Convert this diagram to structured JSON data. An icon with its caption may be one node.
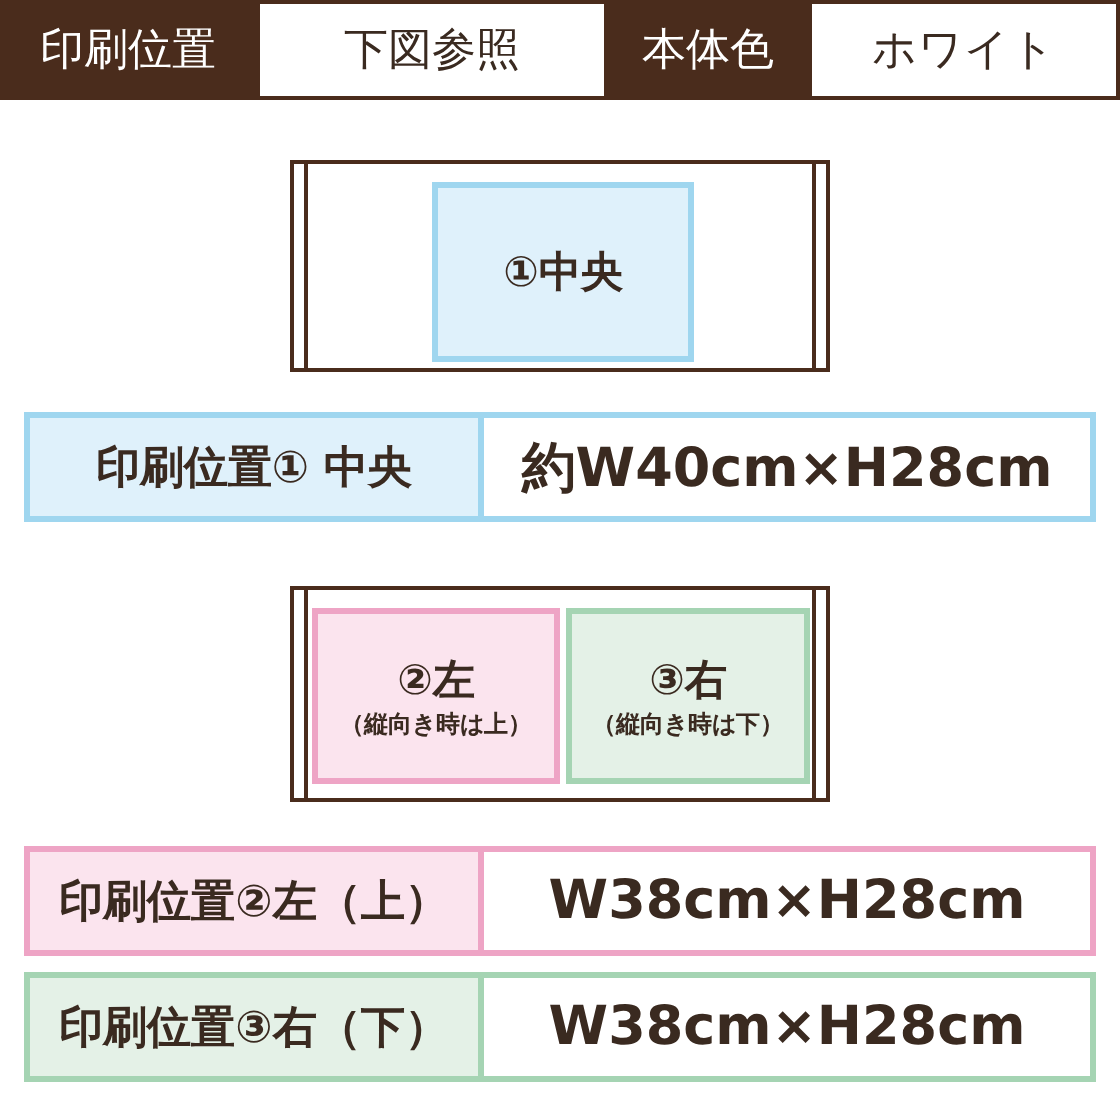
{
  "diagram": {
    "nodes": [
      {
        "text": [],
        "shape": "box"
      },
      {
        "text": [
          "①中央"
        ],
        "in": 0
      },
      {
        "text": [],
        "shape": "box"
      },
      {
        "text": [
          "②左",
          "（縦向き時は上）"
        ],
        "in": 2
      },
      {
        "text": [
          "③右",
          "（縦向き時は下）"
        ],
        "in": 2
      }
    ],
    "labels": [
      "印刷位置",
      "下図参照",
      "本体色",
      "ホワイト",
      "印刷位置① 中央",
      "約W40cm×H28cm",
      "印刷位置②左（上）",
      "W38cm×H28cm",
      "印刷位置③右（下）",
      "W38cm×H28cm"
    ]
  }
}
